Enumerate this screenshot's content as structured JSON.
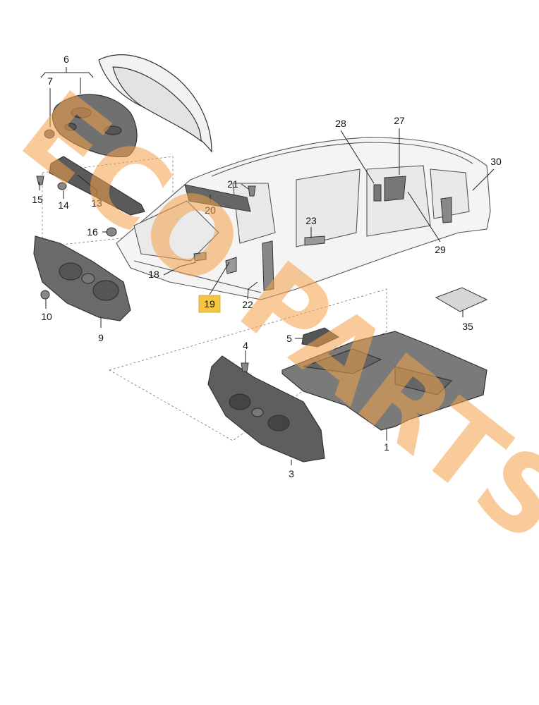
{
  "diagram": {
    "callouts": [
      {
        "id": "1",
        "label": "1",
        "highlighted": false
      },
      {
        "id": "3",
        "label": "3",
        "highlighted": false
      },
      {
        "id": "4",
        "label": "4",
        "highlighted": false
      },
      {
        "id": "5",
        "label": "5",
        "highlighted": false
      },
      {
        "id": "6",
        "label": "6",
        "highlighted": false
      },
      {
        "id": "7",
        "label": "7",
        "highlighted": false
      },
      {
        "id": "9",
        "label": "9",
        "highlighted": false
      },
      {
        "id": "10",
        "label": "10",
        "highlighted": false
      },
      {
        "id": "13",
        "label": "13",
        "highlighted": false
      },
      {
        "id": "14",
        "label": "14",
        "highlighted": false
      },
      {
        "id": "15",
        "label": "15",
        "highlighted": false
      },
      {
        "id": "16",
        "label": "16",
        "highlighted": false
      },
      {
        "id": "18",
        "label": "18",
        "highlighted": false
      },
      {
        "id": "19",
        "label": "19",
        "highlighted": true
      },
      {
        "id": "20",
        "label": "20",
        "highlighted": false
      },
      {
        "id": "21",
        "label": "21",
        "highlighted": false
      },
      {
        "id": "22",
        "label": "22",
        "highlighted": false
      },
      {
        "id": "23",
        "label": "23",
        "highlighted": false
      },
      {
        "id": "27",
        "label": "27",
        "highlighted": false
      },
      {
        "id": "28",
        "label": "28",
        "highlighted": false
      },
      {
        "id": "29",
        "label": "29",
        "highlighted": false
      },
      {
        "id": "30",
        "label": "30",
        "highlighted": false
      },
      {
        "id": "35",
        "label": "35",
        "highlighted": false
      }
    ],
    "watermark": {
      "text": "ECO PARTS",
      "color": "#f5a24a"
    },
    "colors": {
      "line": "#333333",
      "part_fill": "#d9d9d9",
      "part_dark": "#8a8a8a",
      "highlight": "#f4c542"
    }
  }
}
